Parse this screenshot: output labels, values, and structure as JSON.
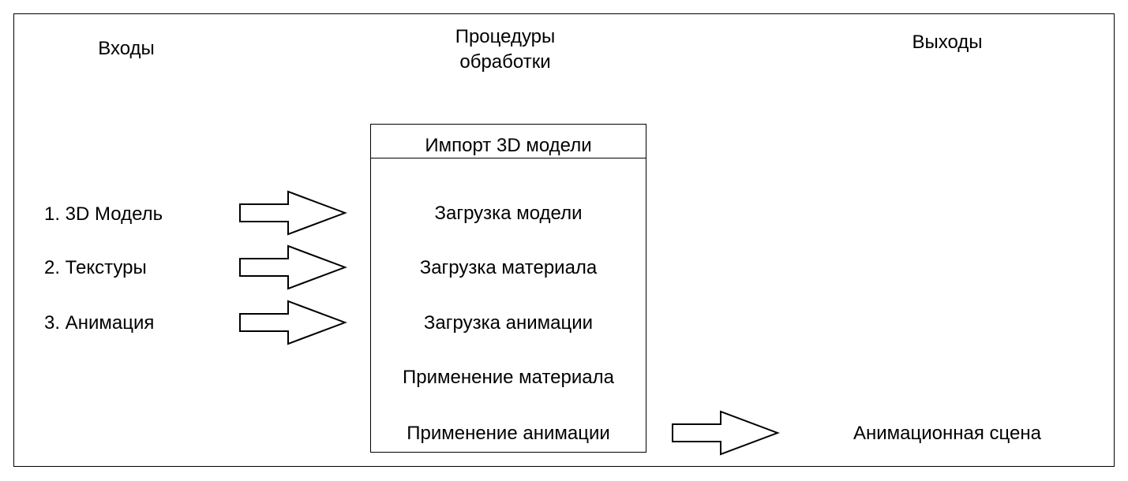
{
  "headings": {
    "inputs": "Входы",
    "procedures_line1": "Процедуры",
    "procedures_line2": "обработки",
    "outputs": "Выходы"
  },
  "inputs": [
    "1. 3D Модель",
    "2. Текстуры",
    "3. Анимация"
  ],
  "procedure_box": {
    "title": "Импорт 3D модели",
    "steps": [
      "Загрузка модели",
      "Загрузка материала",
      "Загрузка анимации",
      "Применение материала",
      "Применение анимации"
    ]
  },
  "outputs": [
    "Анимационная сцена"
  ],
  "colors": {
    "line": "#000000",
    "background": "#ffffff"
  }
}
